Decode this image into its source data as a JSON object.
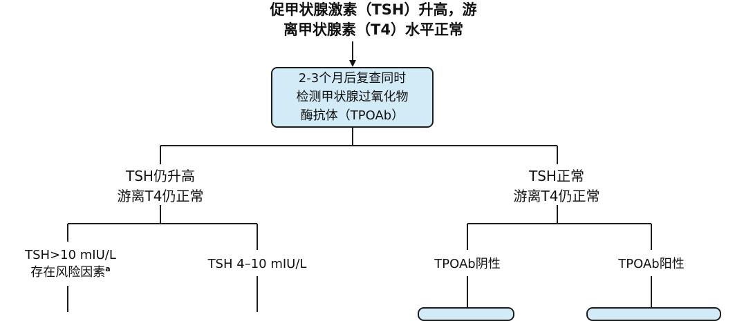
{
  "title_lines": [
    "促甲状腺激素（TSH）升高，游",
    "离甲状腺素（T4）水平正常"
  ],
  "main_box_lines": [
    "2-3个月后复查同时",
    "检测甲状腺过氧化物",
    "酶抗体（TPOAb）"
  ],
  "left_branch_lines": [
    "TSH仍升高",
    "游离T4仍正常"
  ],
  "right_branch_lines": [
    "TSH正常",
    "游离T4仍正常"
  ],
  "left_left_lines": [
    "TSH>10 mIU/L",
    "存在风险因素"
  ],
  "left_left_footnote": "a",
  "left_right_label": "TSH 4–10 mIU/L",
  "right_left_label": "TPOAb阴性",
  "right_right_label": "TPOAb阳性"
}
